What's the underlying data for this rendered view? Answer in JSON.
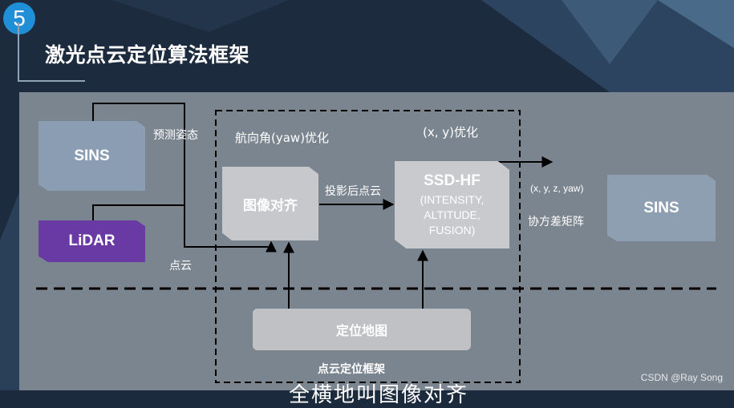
{
  "header": {
    "slide_number": "5",
    "title": "激光点云定位算法框架"
  },
  "diagram": {
    "nodes": {
      "sins_left": "SINS",
      "lidar": "LiDAR",
      "image_align": "图像对齐",
      "ssd_title": "SSD-HF",
      "ssd_detail": [
        "(INTENSITY,",
        "ALTITUDE,",
        "FUSION)"
      ],
      "sins_right": "SINS",
      "location_map": "定位地图"
    },
    "labels": {
      "predicted_attitude": "预测姿态",
      "point_cloud": "点云",
      "yaw_opt": "航向角(yaw)优化",
      "projected_cloud": "投影后点云",
      "xy_opt": "(x, y)优化",
      "output_vec": "(x, y, z, yaw)",
      "covariance": "协方差矩阵",
      "frame_caption": "点云定位框架"
    }
  },
  "footer": {
    "watermark": "CSDN @Ray Song",
    "subtitle": "全横地叫图像对齐"
  }
}
